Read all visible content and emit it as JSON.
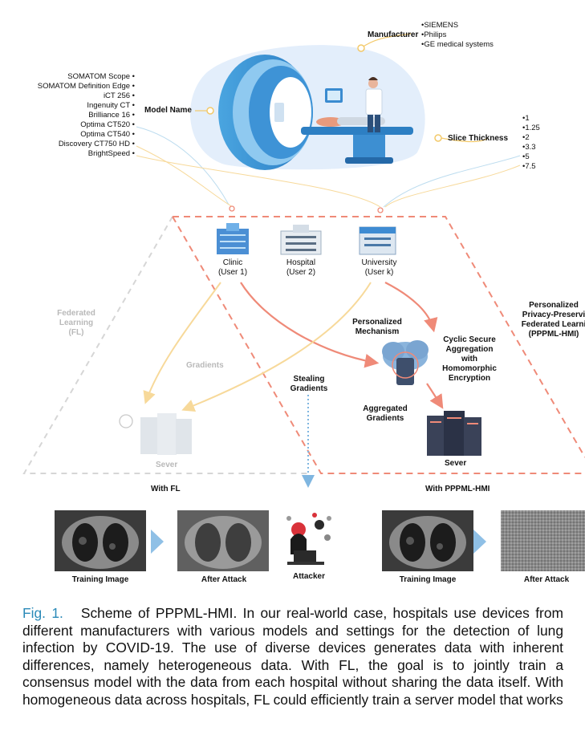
{
  "manufacturer": {
    "label": "Manufacturer",
    "items": [
      "SIEMENS",
      "Philips",
      "GE medical systems"
    ]
  },
  "model_name": {
    "label": "Model Name",
    "items": [
      "SOMATOM Scope",
      "SOMATOM Definition Edge",
      "iCT 256",
      "Ingenuity CT",
      "Brilliance 16",
      "Optima CT520",
      "Optima CT540",
      "Discovery CT750 HD",
      "BrightSpeed"
    ]
  },
  "slice_thickness": {
    "label": "Slice Thickness",
    "items": [
      "1",
      "1.25",
      "2",
      "3.3",
      "5",
      "7.5"
    ]
  },
  "users": [
    {
      "name": "Clinic",
      "role": "(User 1)"
    },
    {
      "name": "Hospital",
      "role": "(User 2)"
    },
    {
      "name": "University",
      "role": "(User k)"
    }
  ],
  "fl": {
    "title_line1": "Federated",
    "title_line2": "Learning",
    "title_line3": "(FL)",
    "gradients": "Gradients",
    "server": "Sever",
    "caption": "With FL"
  },
  "pppml": {
    "title_line1": "Personalized",
    "title_line2": "Privacy-Preservi",
    "title_line3": "Federated Learni",
    "title_line4": "(PPPML-HMI)",
    "mechanism_line1": "Personalized",
    "mechanism_line2": "Mechanism",
    "cyclic_line1": "Cyclic Secure",
    "cyclic_line2": "Aggregation",
    "cyclic_line3": "with",
    "cyclic_line4": "Homomorphic",
    "cyclic_line5": "Encryption",
    "aggregated_line1": "Aggregated",
    "aggregated_line2": "Gradients",
    "server": "Sever",
    "caption": "With PPPML-HMI"
  },
  "stealing": {
    "line1": "Stealing",
    "line2": "Gradients"
  },
  "bottom": {
    "training_image_1": "Training Image",
    "after_attack_1": "After Attack",
    "attacker": "Attacker",
    "training_image_2": "Training Image",
    "after_attack_2": "After Attack"
  },
  "caption": {
    "fig": "Fig. 1.",
    "text": "Scheme of PPPML-HMI. In our real-world case, hospitals use devices from different manufacturers with various models and settings for the detection of lung infection by COVID-19. The use of diverse devices generates data with inherent differences, namely heterogeneous data. With FL, the goal is to jointly train a consensus model with the data from each hospital without sharing the data itself. With homogeneous data across hospitals, FL could efficiently train a server model that works"
  },
  "colors": {
    "accent_red": "#ef8a78",
    "accent_yellow": "#f3c969",
    "accent_blue": "#7fb6e0",
    "fig_blue": "#2b8ab8",
    "faded_grey": "#b9b9b9"
  }
}
